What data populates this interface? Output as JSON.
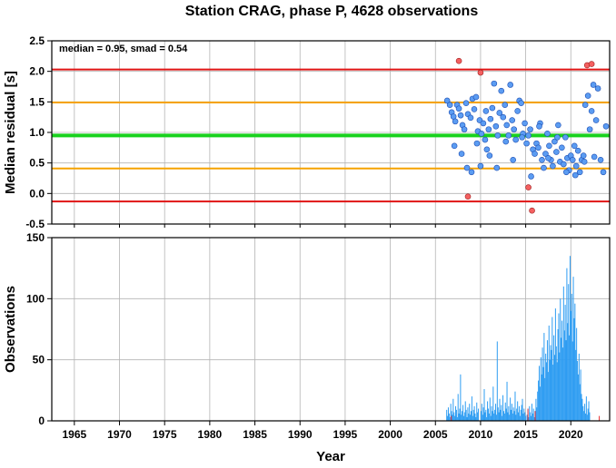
{
  "title": "Station CRAG, phase P, 4628 observations",
  "colors": {
    "red_line": "#e01414",
    "orange_line": "#f5a300",
    "green_line": "#19d21e",
    "normal_point": "#5b9cf2",
    "outlier_point": "#f46060",
    "bar": "#2f9df2",
    "bar_outlier": "#e83030",
    "grid": "#b4b4b4"
  },
  "chart_data": [
    {
      "type": "scatter",
      "title": "Station CRAG, phase P, 4628 observations",
      "xlabel": "",
      "ylabel": "Median residual [s]",
      "xlim": [
        1962.5,
        2024.3
      ],
      "ylim": [
        -0.5,
        2.5
      ],
      "yticks": [
        "2.5",
        "2.0",
        "1.5",
        "1.0",
        "0.5",
        "0.0",
        "-0.5"
      ],
      "annotation": "median = 0.95, smad = 0.54",
      "grid": true,
      "hlines": [
        {
          "y": 2.03,
          "color": "red"
        },
        {
          "y": 1.49,
          "color": "orange"
        },
        {
          "y": 0.95,
          "color": "green"
        },
        {
          "y": 0.41,
          "color": "orange"
        },
        {
          "y": -0.13,
          "color": "red"
        }
      ],
      "series": [
        {
          "kind": "normal",
          "points": [
            [
              2006.3,
              1.52
            ],
            [
              2006.6,
              1.45
            ],
            [
              2006.8,
              1.33
            ],
            [
              2007.0,
              1.26
            ],
            [
              2007.2,
              1.18
            ],
            [
              2007.4,
              1.45
            ],
            [
              2007.6,
              1.39
            ],
            [
              2007.8,
              1.28
            ],
            [
              2008.0,
              1.12
            ],
            [
              2008.2,
              1.05
            ],
            [
              2008.4,
              1.48
            ],
            [
              2008.6,
              1.3
            ],
            [
              2008.9,
              1.24
            ],
            [
              2009.1,
              1.55
            ],
            [
              2009.3,
              1.38
            ],
            [
              2009.5,
              1.58
            ],
            [
              2009.7,
              1.02
            ],
            [
              2009.9,
              1.2
            ],
            [
              2010.1,
              0.98
            ],
            [
              2010.3,
              1.15
            ],
            [
              2010.5,
              0.88
            ],
            [
              2010.7,
              0.72
            ],
            [
              2010.9,
              1.05
            ],
            [
              2011.1,
              1.22
            ],
            [
              2011.3,
              1.4
            ],
            [
              2011.5,
              1.8
            ],
            [
              2011.7,
              1.1
            ],
            [
              2011.9,
              0.95
            ],
            [
              2012.1,
              1.32
            ],
            [
              2012.3,
              1.68
            ],
            [
              2012.5,
              1.25
            ],
            [
              2012.7,
              1.45
            ],
            [
              2012.9,
              1.12
            ],
            [
              2013.1,
              0.95
            ],
            [
              2013.3,
              1.78
            ],
            [
              2013.5,
              1.2
            ],
            [
              2013.7,
              1.05
            ],
            [
              2013.9,
              0.88
            ],
            [
              2014.1,
              1.35
            ],
            [
              2014.3,
              1.52
            ],
            [
              2014.5,
              1.48
            ],
            [
              2014.7,
              0.98
            ],
            [
              2014.9,
              1.15
            ],
            [
              2015.1,
              0.82
            ],
            [
              2015.3,
              0.95
            ],
            [
              2015.5,
              1.05
            ],
            [
              2015.8,
              0.72
            ],
            [
              2016.0,
              0.65
            ],
            [
              2016.2,
              0.82
            ],
            [
              2016.4,
              0.75
            ],
            [
              2016.6,
              1.15
            ],
            [
              2016.8,
              0.55
            ],
            [
              2017.0,
              0.42
            ],
            [
              2017.2,
              0.65
            ],
            [
              2017.4,
              0.98
            ],
            [
              2017.6,
              0.78
            ],
            [
              2017.8,
              0.55
            ],
            [
              2018.0,
              0.45
            ],
            [
              2018.2,
              0.85
            ],
            [
              2018.4,
              0.68
            ],
            [
              2018.6,
              1.12
            ],
            [
              2018.8,
              0.52
            ],
            [
              2019.0,
              0.75
            ],
            [
              2019.2,
              0.48
            ],
            [
              2019.4,
              0.92
            ],
            [
              2019.6,
              0.58
            ],
            [
              2019.8,
              0.38
            ],
            [
              2020.0,
              0.62
            ],
            [
              2020.2,
              0.55
            ],
            [
              2020.4,
              0.78
            ],
            [
              2020.6,
              0.45
            ],
            [
              2020.8,
              0.7
            ],
            [
              2021.0,
              0.35
            ],
            [
              2021.2,
              0.55
            ],
            [
              2021.4,
              0.62
            ],
            [
              2021.6,
              1.45
            ],
            [
              2021.9,
              1.6
            ],
            [
              2022.1,
              1.05
            ],
            [
              2022.3,
              1.35
            ],
            [
              2022.5,
              1.78
            ],
            [
              2022.8,
              1.2
            ],
            [
              2023.0,
              1.72
            ],
            [
              2023.3,
              0.55
            ],
            [
              2023.6,
              0.35
            ],
            [
              2023.9,
              1.1
            ],
            [
              2007.1,
              0.78
            ],
            [
              2007.9,
              0.65
            ],
            [
              2008.5,
              0.42
            ],
            [
              2009.0,
              0.35
            ],
            [
              2009.6,
              0.82
            ],
            [
              2010.0,
              0.45
            ],
            [
              2010.6,
              1.35
            ],
            [
              2011.0,
              0.62
            ],
            [
              2011.8,
              0.42
            ],
            [
              2012.8,
              0.85
            ],
            [
              2013.6,
              0.55
            ],
            [
              2014.6,
              0.92
            ],
            [
              2015.6,
              0.28
            ],
            [
              2016.5,
              1.1
            ],
            [
              2017.5,
              0.58
            ],
            [
              2018.5,
              0.92
            ],
            [
              2019.5,
              0.35
            ],
            [
              2020.5,
              0.3
            ],
            [
              2021.5,
              0.52
            ],
            [
              2022.6,
              0.6
            ]
          ]
        },
        {
          "kind": "outlier",
          "points": [
            [
              2007.6,
              2.17
            ],
            [
              2008.6,
              -0.05
            ],
            [
              2010.0,
              1.98
            ],
            [
              2015.3,
              0.1
            ],
            [
              2015.7,
              -0.28
            ],
            [
              2021.8,
              2.1
            ],
            [
              2022.3,
              2.12
            ]
          ]
        }
      ]
    },
    {
      "type": "bar",
      "title": "",
      "xlabel": "Year",
      "ylabel": "Observations",
      "xlim": [
        1962.5,
        2024.3
      ],
      "ylim": [
        0,
        150
      ],
      "xticks": [
        "1965",
        "1970",
        "1975",
        "1980",
        "1985",
        "1990",
        "1995",
        "2000",
        "2005",
        "2010",
        "2015",
        "2020"
      ],
      "yticks": [
        "150",
        "100",
        "50",
        "0"
      ],
      "grid": true,
      "bar_width_years": 0.06,
      "year_groups": [
        {
          "start": 2006.2,
          "step": 0.09,
          "counts": [
            9,
            4,
            11,
            6,
            3,
            14,
            8,
            5,
            18,
            7,
            4,
            12,
            9,
            3,
            22,
            6,
            10,
            38,
            5,
            8,
            13,
            4,
            7,
            16,
            9,
            3,
            11,
            6,
            14,
            5,
            8,
            20,
            4,
            9,
            12,
            6,
            3,
            15,
            7,
            10
          ]
        },
        {
          "start": 2010.0,
          "step": 0.09,
          "counts": [
            8,
            14,
            5,
            11,
            26,
            7,
            9,
            3,
            16,
            10,
            6,
            19,
            4,
            12,
            8,
            28,
            6,
            9,
            14,
            5,
            65,
            11,
            7,
            18,
            9,
            13,
            4,
            21,
            8,
            6,
            15,
            10,
            32,
            7,
            12,
            5,
            19,
            9,
            14,
            6,
            11,
            8,
            24,
            5,
            10,
            16,
            7,
            12,
            4,
            9,
            13,
            18,
            6,
            10,
            7,
            4
          ]
        },
        {
          "start": 2015.1,
          "step": 0.09,
          "counts": [
            5,
            9,
            3,
            12,
            7,
            4,
            14,
            6,
            10,
            3,
            8,
            18,
            11,
            24,
            33,
            45,
            28,
            52,
            38,
            60,
            44,
            72,
            35,
            55,
            48,
            66,
            40,
            78,
            50,
            62,
            58,
            85,
            46,
            70,
            54,
            92,
            61,
            48,
            75,
            88,
            56,
            100,
            68,
            82,
            60,
            110,
            74,
            95,
            66,
            125,
            80,
            112,
            70,
            135,
            90,
            104,
            65,
            118,
            84,
            96,
            58,
            76,
            49,
            38,
            55,
            30,
            42,
            22,
            18,
            12,
            8,
            14,
            6,
            20,
            5,
            10,
            16,
            7
          ]
        }
      ],
      "outlier_bars": [
        [
          2006.7,
          4
        ],
        [
          2015.2,
          10
        ],
        [
          2016.0,
          8
        ],
        [
          2023.1,
          4
        ]
      ]
    }
  ]
}
